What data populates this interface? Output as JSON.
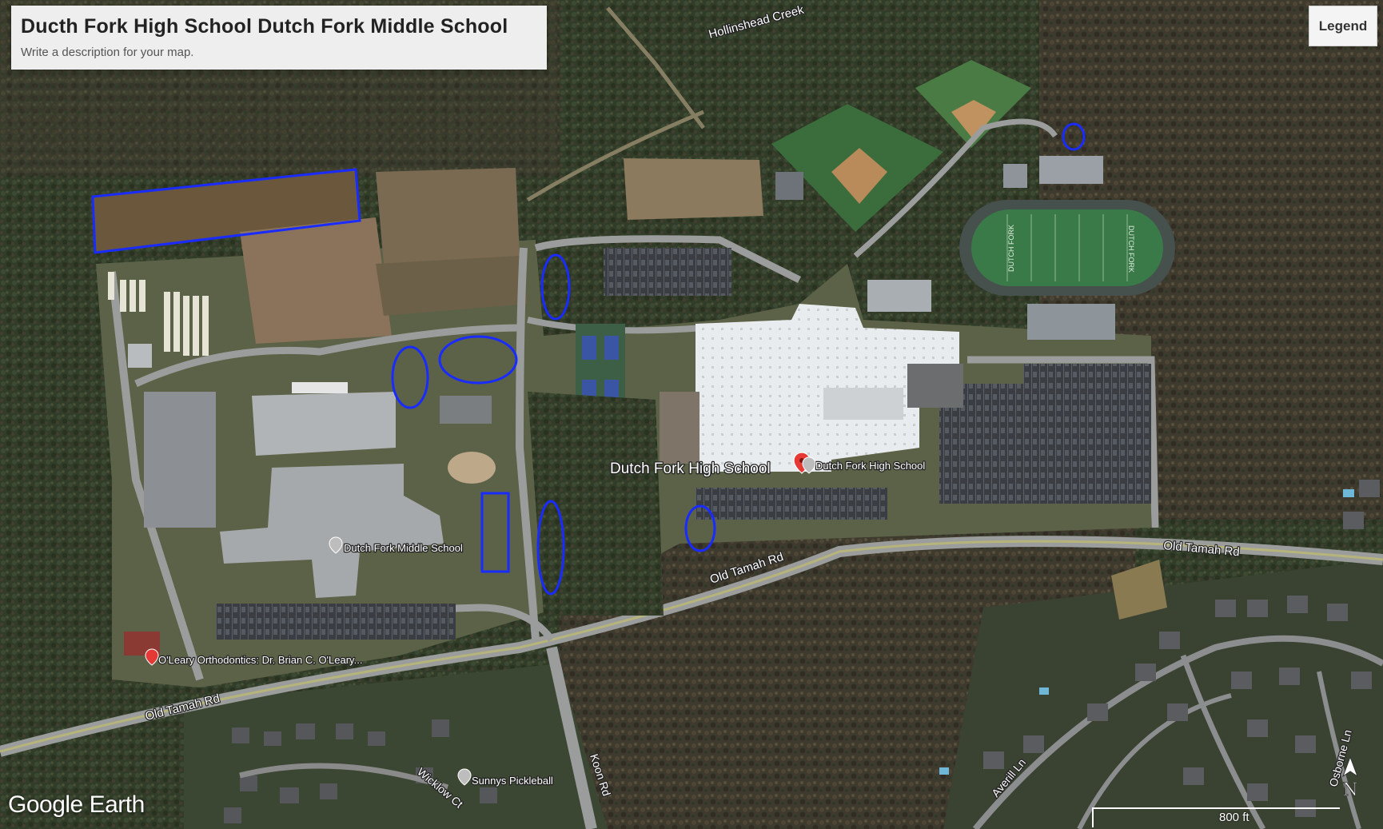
{
  "window": {
    "title": "Ducth Fork High School Dutch Fork Middle School",
    "description": "Write a description for your map."
  },
  "legend_button": "Legend",
  "brand": {
    "text": "Google Earth"
  },
  "scale": {
    "label": "800 ft"
  },
  "places": {
    "high_school_main": "Dutch Fork High School",
    "high_school_pin": "Dutch Fork High School",
    "middle_school_pin": "Dutch Fork Middle School",
    "orthodontics_pin": "O'Leary Orthodontics: Dr. Brian C. O'Leary...",
    "pickleball_pin": "Sunnys Pickleball"
  },
  "roads": {
    "old_tamah_west": "Old Tamah Rd",
    "old_tamah_mid": "Old Tamah Rd",
    "old_tamah_east": "Old Tamah Rd",
    "koon": "Koon Rd",
    "wicklow": "Wicklow Ct",
    "averill": "Averill Ln",
    "osborne": "Osborne Ln",
    "creek": "Hollinshead Creek"
  },
  "field_labels": {
    "endzone_west": "DUTCH FORK",
    "endzone_east": "DUTCH FORK"
  },
  "colors": {
    "annotation": "#1a2bff",
    "pin_red": "#e53935",
    "pin_gray": "#bdbdbd",
    "forest": "#2f3a28",
    "field_green": "#3d6b3a"
  },
  "icons": [
    "map-pin-icon",
    "compass-north-icon"
  ]
}
